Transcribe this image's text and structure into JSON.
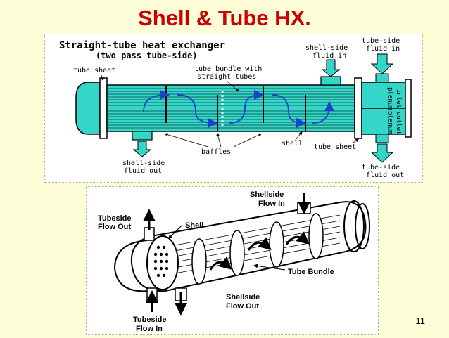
{
  "slide": {
    "title": "Shell & Tube HX.",
    "page_number": "11"
  },
  "top_diagram": {
    "title_line1": "Straight-tube heat exchanger",
    "title_line2": "(two pass tube-side)",
    "labels": {
      "tube_sheet_left": "tube sheet",
      "tube_bundle_1": "tube bundle with",
      "tube_bundle_2": "straight tubes",
      "shell_in_1": "shell-side",
      "shell_in_2": "fluid in",
      "tube_in_1": "tube-side",
      "tube_in_2": "fluid in",
      "inlet_1": "inlet",
      "inlet_2": "plenum",
      "outlet_1": "outlet",
      "outlet_2": "plenum",
      "shell_out_1": "shell-side",
      "shell_out_2": "fluid out",
      "baffles": "baffles",
      "shell": "shell",
      "tube_sheet_right": "tube sheet",
      "tube_out_1": "tube-side",
      "tube_out_2": "fluid out"
    },
    "colors": {
      "fluid": "#33d6c8",
      "frame": "#000000"
    }
  },
  "bottom_diagram": {
    "labels": {
      "shellside_in_1": "Shellside",
      "shellside_in_2": "Flow In",
      "tubeside_out_1": "Tubeside",
      "tubeside_out_2": "Flow Out",
      "shell": "Shell",
      "tube_bundle": "Tube Bundle",
      "shellside_out_1": "Shellside",
      "shellside_out_2": "Flow Out",
      "tubeside_in_1": "Tubeside",
      "tubeside_in_2": "Flow In"
    }
  }
}
